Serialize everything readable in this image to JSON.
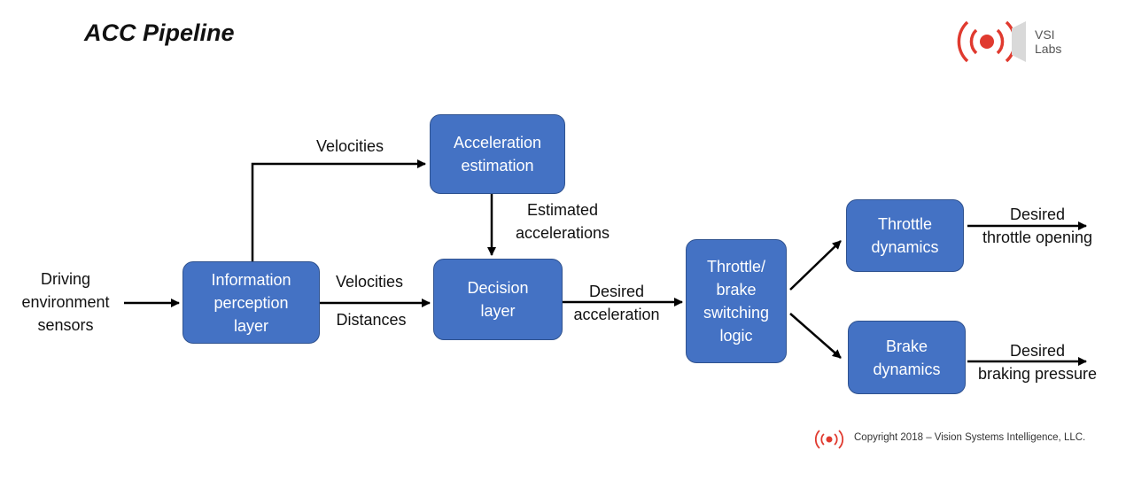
{
  "title": "ACC Pipeline",
  "logo": {
    "line1": "VSI",
    "line2": "Labs",
    "color": "#e03a2f"
  },
  "node_color": "#4472c4",
  "nodes": {
    "info": "Information\nperception\nlayer",
    "accel": "Acceleration\nestimation",
    "decision": "Decision\nlayer",
    "switch": "Throttle/\nbrake\nswitching\nlogic",
    "throttle": "Throttle\ndynamics",
    "brake": "Brake\ndynamics"
  },
  "labels": {
    "input": "Driving\nenvironment\nsensors",
    "velocities_top": "Velocities",
    "velocities_mid": "Velocities",
    "distances": "Distances",
    "estimated": "Estimated\naccelerations",
    "desired_accel": "Desired\nacceleration",
    "desired_throttle": "Desired\nthrottle opening",
    "desired_braking": "Desired\nbraking pressure"
  },
  "copyright": "Copyright 2018 – Vision Systems Intelligence, LLC."
}
